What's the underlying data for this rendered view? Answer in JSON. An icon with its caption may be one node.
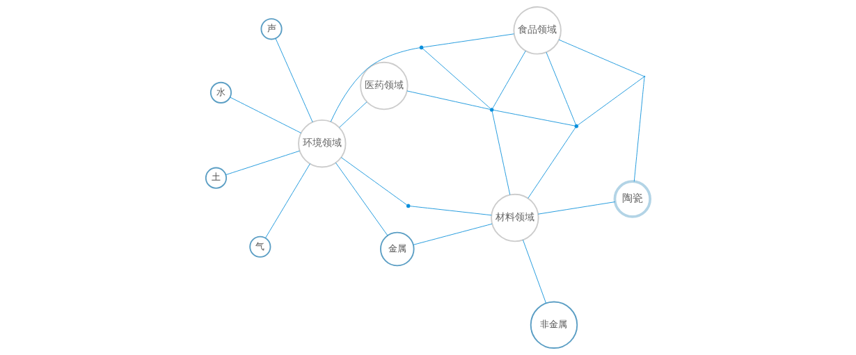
{
  "diagram": {
    "nodes": [
      {
        "text": [
          "陶瓷"
        ]
      },
      {
        "text": [
          "非金属"
        ]
      },
      {
        "text": [
          "材料领域"
        ]
      },
      {
        "text": [
          "金属"
        ]
      },
      {
        "text": [
          "食品领域"
        ]
      },
      {
        "text": [
          "医药领域"
        ]
      },
      {
        "text": [
          "声"
        ]
      },
      {
        "text": [
          "水"
        ]
      },
      {
        "text": [
          "土"
        ]
      },
      {
        "text": [
          "气"
        ]
      },
      {
        "text": [
          "环境领域"
        ]
      },
      {
        "text": [],
        "shape": "point"
      },
      {
        "text": [],
        "shape": "circle"
      },
      {
        "text": [],
        "shape": "circle"
      },
      {
        "text": [],
        "shape": "circle"
      },
      {
        "text": [],
        "shape": "circle"
      }
    ],
    "edges": [
      {
        "from": 2,
        "to": 0,
        "arrow": "none"
      },
      {
        "from": 2,
        "to": 1,
        "arrow": "none"
      },
      {
        "from": 2,
        "to": 3,
        "arrow": "none"
      },
      {
        "from": 3,
        "to": 10,
        "arrow": "none"
      },
      {
        "from": 10,
        "to": 6,
        "arrow": "none"
      },
      {
        "from": 10,
        "to": 7,
        "arrow": "none"
      },
      {
        "from": 10,
        "to": 8,
        "arrow": "none"
      },
      {
        "from": 10,
        "to": 9,
        "arrow": "none"
      },
      {
        "from": 0,
        "to": 11,
        "arrow": "none"
      },
      {
        "from": 11,
        "to": 12,
        "arrow": "none"
      },
      {
        "from": 11,
        "to": 4,
        "arrow": "none"
      },
      {
        "from": 2,
        "to": 12,
        "arrow": "none"
      },
      {
        "from": 12,
        "to": 4,
        "arrow": "none"
      },
      {
        "from": 12,
        "to": 14,
        "arrow": "none"
      },
      {
        "from": 2,
        "to": 14,
        "arrow": "none"
      },
      {
        "from": 2,
        "to": 13,
        "arrow": "none"
      },
      {
        "from": 10,
        "to": 13,
        "arrow": "none"
      },
      {
        "from": 14,
        "to": 4,
        "arrow": "none"
      },
      {
        "from": 14,
        "to": 5,
        "arrow": "none"
      },
      {
        "from": 14,
        "to": 15,
        "arrow": "none"
      },
      {
        "from": 10,
        "to": 5,
        "arrow": "none"
      },
      {
        "from": 10,
        "to": 15,
        "arrow": "none"
      },
      {
        "from": 15,
        "to": 4,
        "arrow": "none"
      }
    ]
  }
}
